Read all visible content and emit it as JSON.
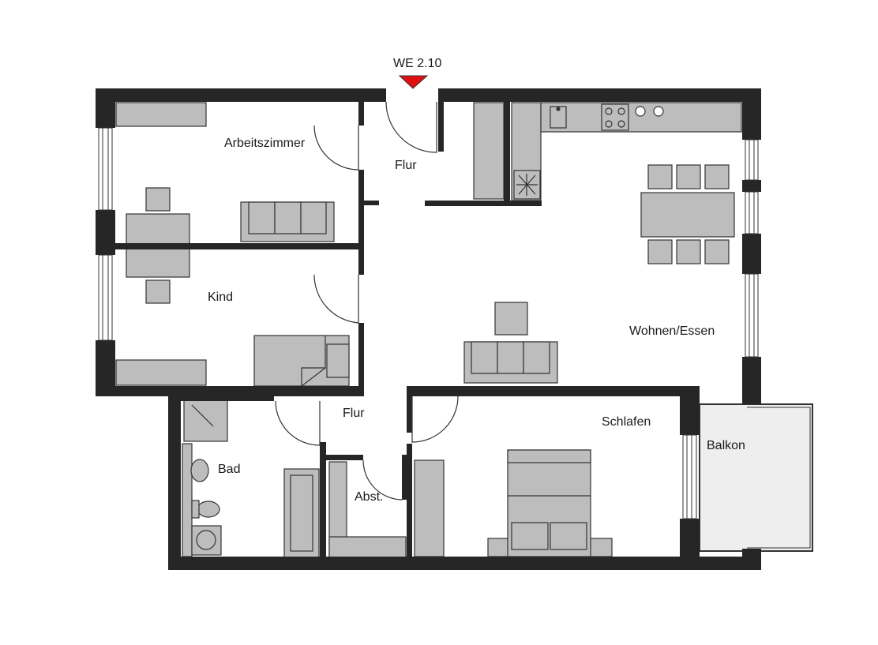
{
  "unit": {
    "id": "WE 2.10",
    "marker_color": "#e01010"
  },
  "rooms": {
    "arbeitszimmer": "Arbeitszimmer",
    "flur_top": "Flur",
    "flur_bottom": "Flur",
    "kind": "Kind",
    "wohnen_essen": "Wohnen/Essen",
    "schlafen": "Schlafen",
    "balkon": "Balkon",
    "bad": "Bad",
    "abst": "Abst."
  },
  "colors": {
    "wall": "#262626",
    "furniture": "#bdbdbd",
    "furniture_stroke": "#333333",
    "balcony": "#eeeeee"
  }
}
